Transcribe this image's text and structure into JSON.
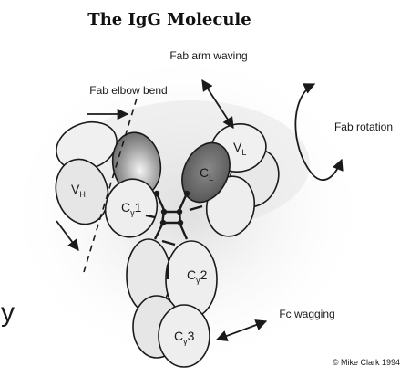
{
  "title": "The IgG Molecule",
  "labels": {
    "fab_arm_waving": "Fab arm waving",
    "fab_elbow_bend": "Fab elbow bend",
    "fab_rotation": "Fab rotation",
    "fc_wagging": "Fc wagging",
    "vl_base": "V",
    "vl_sub": "L",
    "cl_base": "C",
    "cl_sub": "L",
    "vh_base": "V",
    "vh_sub": "H",
    "ch1_base": "C",
    "ch1_sub": "γ",
    "ch1_num": "1",
    "ch2_base": "C",
    "ch2_sub": "γ",
    "ch2_num": "2",
    "ch3_base": "C",
    "ch3_sub": "γ",
    "ch3_num": "3",
    "margin_glyph": "y"
  },
  "credit": "© Mike Clark 1994",
  "colors": {
    "outline": "#1a1a1a",
    "domain_fill": "#e6e6e6",
    "shaded_domain": "#6e6e6e",
    "halo": "#dcdcdc"
  }
}
